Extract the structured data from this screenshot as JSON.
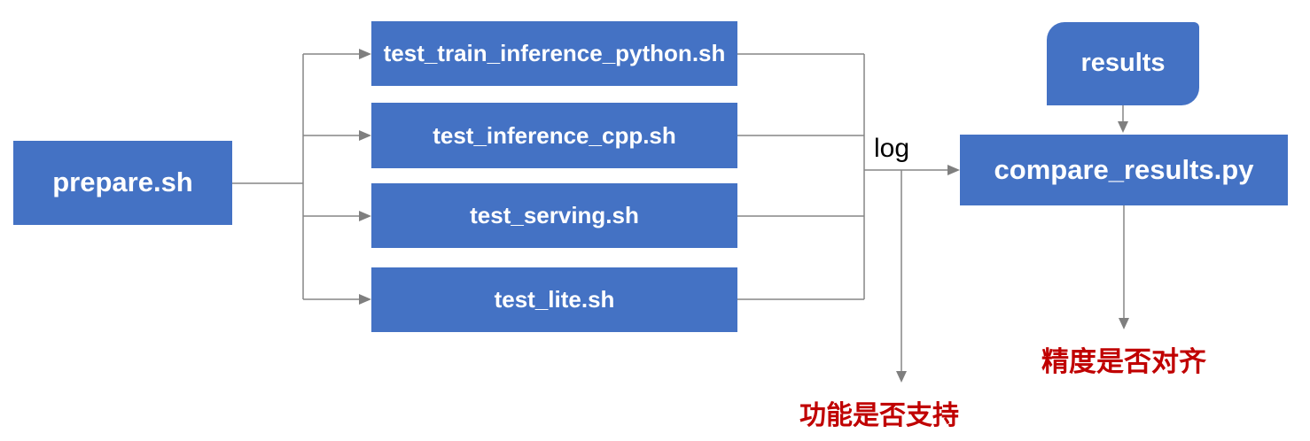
{
  "diagram": {
    "nodes": {
      "prepare": {
        "label": "prepare.sh"
      },
      "tests": [
        {
          "label": "test_train_inference_python.sh"
        },
        {
          "label": "test_inference_cpp.sh"
        },
        {
          "label": "test_serving.sh"
        },
        {
          "label": "test_lite.sh"
        }
      ],
      "results": {
        "label": "results"
      },
      "compare": {
        "label": "compare_results.py"
      }
    },
    "annotations": {
      "log": "log",
      "function_support": "功能是否支持",
      "precision_aligned": "精度是否对齐"
    },
    "colors": {
      "node_fill": "#4472C4",
      "node_text": "#FFFFFF",
      "connector": "#858585",
      "annotation_red": "#C00000",
      "log_text": "#000000",
      "background": "#FFFFFF"
    }
  }
}
